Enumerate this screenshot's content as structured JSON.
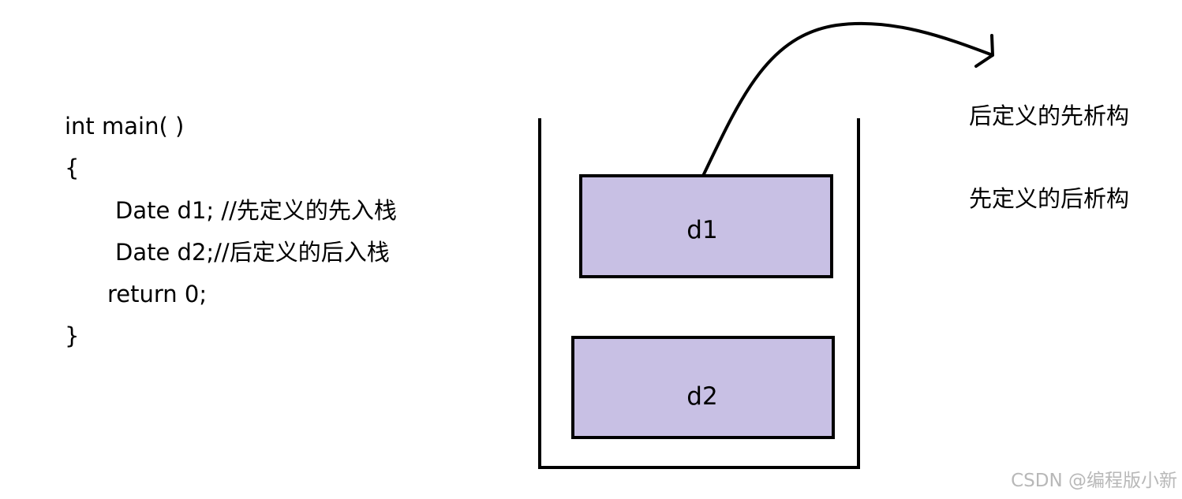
{
  "code": {
    "lines": [
      "int main( )",
      "{",
      "Date d1; //先定义的先入栈",
      "Date d2;//后定义的后入栈",
      "return 0;",
      "}"
    ]
  },
  "stack": {
    "boxes": [
      {
        "label": "d1",
        "fill": "#c8c0e4"
      },
      {
        "label": "d2",
        "fill": "#c8c0e4"
      }
    ]
  },
  "notes": [
    "后定义的先析构",
    "先定义的后析构"
  ],
  "watermark": "CSDN @编程版小新",
  "colors": {
    "box_fill": "#c8c0e4",
    "stroke": "#000000",
    "watermark": "#b8b8b8"
  }
}
